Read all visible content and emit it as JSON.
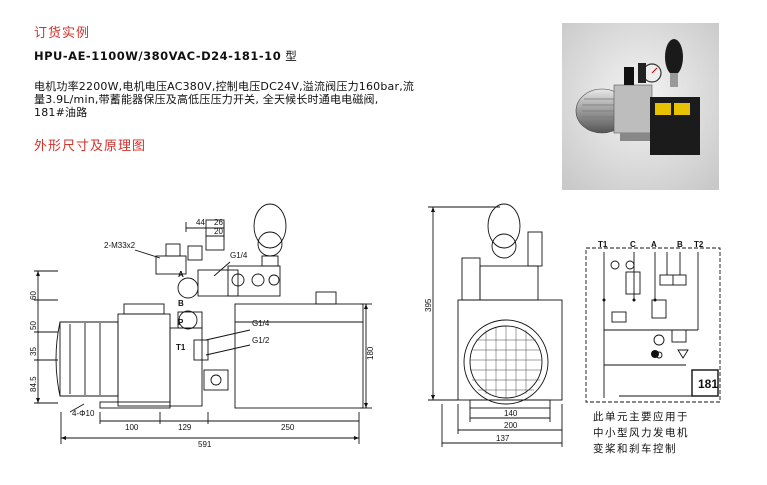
{
  "header": {
    "order_example_title": "订货实例",
    "model_code": "HPU-AE-1100W/380VAC-D24-181-10",
    "model_suffix": "型",
    "description_line1": "电机功率2200W,电机电压AC380V,控制电压DC24V,溢流阀压力160bar,流",
    "description_line2": "量3.9L/min,带蓄能器保压及高低压压力开关, 全天候长时通电电磁阀,",
    "description_line3": "181#油路",
    "dimensions_title": "外形尺寸及原理图"
  },
  "front_view": {
    "dims": {
      "d44": "44",
      "d26": "26",
      "d20": "20",
      "thread": "2-M33x2",
      "g14_top": "G1/4",
      "g14_mid": "G1/4",
      "g12": "G1/2",
      "h60": "60",
      "h50": "50",
      "h35": "35",
      "h845": "84.5",
      "h180": "180",
      "holes": "4-Φ10",
      "w100": "100",
      "w129": "129",
      "w250": "250",
      "w591": "591",
      "port_a": "A",
      "port_b": "B",
      "port_p": "P",
      "port_t1": "T1"
    }
  },
  "side_view": {
    "dims": {
      "h395": "395",
      "w140": "140",
      "w200": "200",
      "w137": "137"
    }
  },
  "schematic": {
    "ports": {
      "t1": "T1",
      "c": "C",
      "a": "A",
      "b": "B",
      "t2": "T2"
    },
    "circuit_number": "181"
  },
  "caption": {
    "line1": "此单元主要应用于",
    "line2": "中小型风力发电机",
    "line3": "变桨和刹车控制"
  },
  "colors": {
    "accent_red": "#d4302a",
    "line": "#111111"
  }
}
